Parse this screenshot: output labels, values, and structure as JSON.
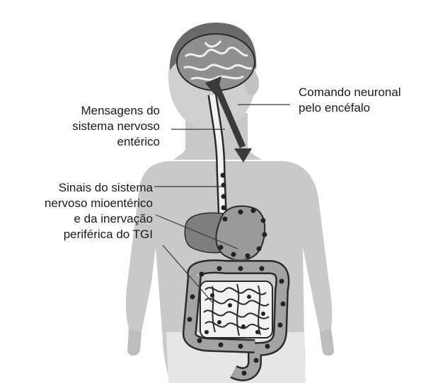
{
  "labels": {
    "messages": [
      "Mensagens do",
      "sistema nervoso",
      "entérico"
    ],
    "command": [
      "Comando neuronal",
      "pelo encéfalo"
    ],
    "signals": [
      "Sinais do sistema",
      "nervoso mioentérico",
      "e da inervação",
      "periférica do TGI"
    ]
  },
  "colors": {
    "background": "#ffffff",
    "body": "#c9c9c9",
    "hair": "#6a6a6a",
    "brain": "#8f8f8f",
    "organ_outline": "#2a2a2a",
    "stomach": "#9a9a9a",
    "liver": "#7e7e7e",
    "intestine": "#f2f2f2",
    "marker": "#222222",
    "arrow": "#3a3a3a"
  },
  "icons": {
    "marker": "nerve-marker-dot",
    "arrow": "bidirectional-arrow"
  }
}
